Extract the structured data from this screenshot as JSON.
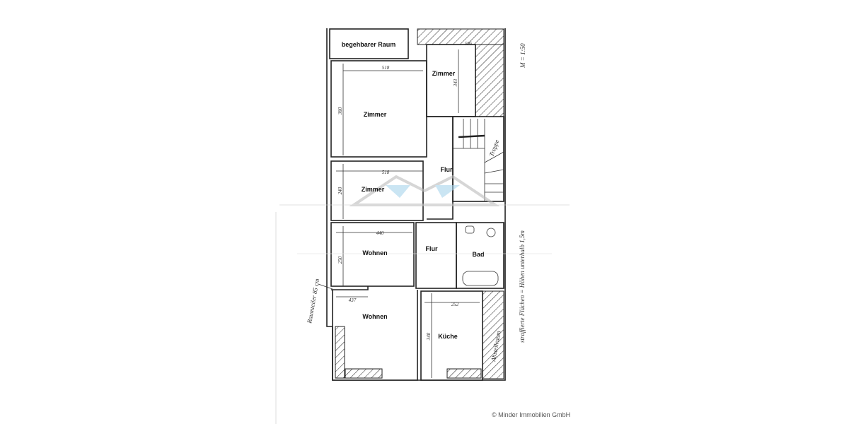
{
  "rooms": {
    "begehbarer_raum": "begehbarer Raum",
    "zimmer_top_right": "Zimmer",
    "zimmer_large": "Zimmer",
    "zimmer_lower": "Zimmer",
    "flur_upper": "Flur",
    "flur_lower": "Flur",
    "wohnen_upper": "Wohnen",
    "wohnen_lower": "Wohnen",
    "bad": "Bad",
    "kueche": "Küche"
  },
  "dimensions": {
    "d595": "595",
    "d518a": "518",
    "d343": "343",
    "d380": "380",
    "d518b": "518",
    "d240": "240",
    "d440": "440",
    "d250": "250",
    "d437": "437",
    "d252": "252",
    "d340": "340"
  },
  "annotations": {
    "scale": "M = 1:50",
    "hatch_note": "straffierte Flächen = Höhen unterhalb 1,5m",
    "stairs": "Treppe",
    "storage": "Abstellraum",
    "divider": "Raumteiler 85 cm"
  },
  "copyright": "© Minder Immobilien GmbH",
  "colors": {
    "lines": "#222222",
    "watermark": "#a8d4ec"
  }
}
